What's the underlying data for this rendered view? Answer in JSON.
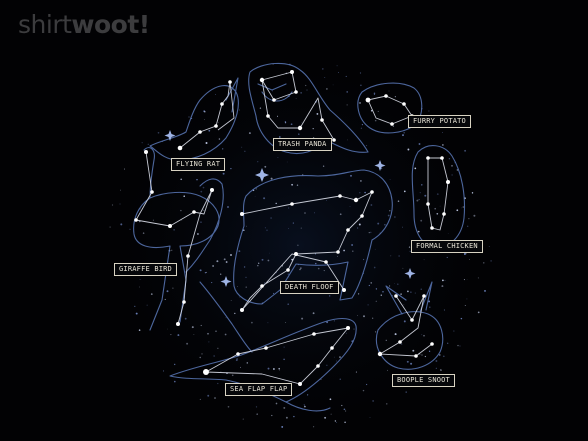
{
  "brand": {
    "name_light": "shirt",
    "name_bold": "woot!"
  },
  "colors": {
    "background": "#020204",
    "outline": "#5a78b8",
    "line": "#d9dde8",
    "star": "#ffffff",
    "label_border": "#d8d3c2"
  },
  "constellations": [
    {
      "id": "flying-rat",
      "label": "FLYING RAT"
    },
    {
      "id": "trash-panda",
      "label": "TRASH PANDA"
    },
    {
      "id": "furry-potato",
      "label": "FURRY POTATO"
    },
    {
      "id": "formal-chicken",
      "label": "FORMAL CHICKEN"
    },
    {
      "id": "giraffe-bird",
      "label": "GIRAFFE BIRD"
    },
    {
      "id": "death-floof",
      "label": "DEATH FLOOF"
    },
    {
      "id": "sea-flap-flap",
      "label": "SEA FLAP FLAP"
    },
    {
      "id": "boople-snoot",
      "label": "BOOPLE SNOOT"
    }
  ]
}
